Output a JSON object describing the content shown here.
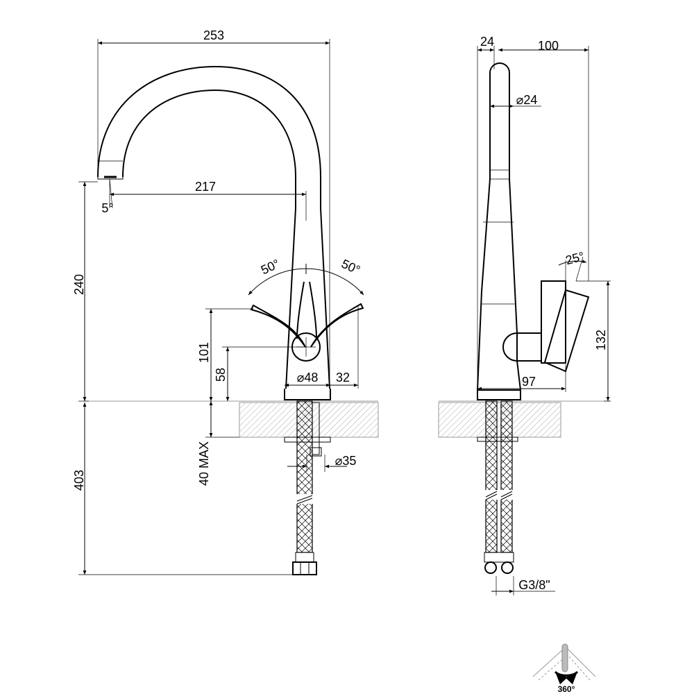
{
  "front_view": {
    "dim_overall_width": "253",
    "dim_spout_reach": "217",
    "dim_spout_angle": "5°",
    "dim_height_above_deck": "240",
    "dim_lever_left_angle": "50°",
    "dim_lever_right_angle": "50°",
    "dim_lever_height": "101",
    "dim_lever_pivot_height": "58",
    "dim_base_diameter": "⌀48",
    "dim_lever_offset": "32",
    "dim_max_deck_thickness": "40 MAX",
    "dim_hole_diameter": "⌀35",
    "dim_hose_length": "403"
  },
  "side_view": {
    "dim_body_width": "24",
    "dim_depth": "100",
    "dim_spout_diameter": "⌀24",
    "dim_handle_angle": "25°",
    "dim_handle_height": "132",
    "dim_handle_depth": "97",
    "dim_thread": "G3/8\""
  },
  "rotation_icon": {
    "label": "360°"
  }
}
